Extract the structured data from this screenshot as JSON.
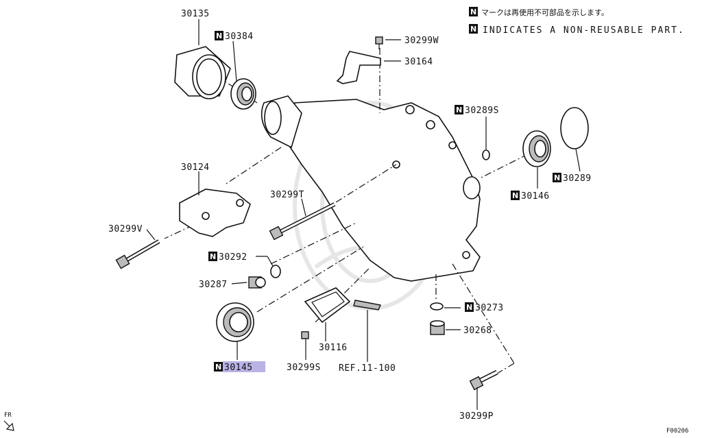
{
  "legend": {
    "marker": "N",
    "japanese": "マークは再使用不可部品を示します。",
    "english": "INDICATES A NON-REUSABLE PART."
  },
  "parts": {
    "p30135": "30135",
    "p30384": "30384",
    "p30299W": "30299W",
    "p30164": "30164",
    "p30289S": "30289S",
    "p30124": "30124",
    "p30289": "30289",
    "p30146": "30146",
    "p30299T": "30299T",
    "p30299V": "30299V",
    "p30292": "30292",
    "p30287": "30287",
    "p30273": "30273",
    "p30268": "30268",
    "p30116": "30116",
    "p30145": "30145",
    "p30299S": "30299S",
    "ref": "REF.11-100",
    "p30299P": "30299P"
  },
  "non_reusable": [
    "30384",
    "30289S",
    "30289",
    "30146",
    "30292",
    "30273",
    "30145"
  ],
  "highlighted_part": "30145",
  "direction_label": "FR",
  "figure_code": "F00206",
  "colors": {
    "highlight": "#b9b3e6",
    "ink": "#111111"
  }
}
